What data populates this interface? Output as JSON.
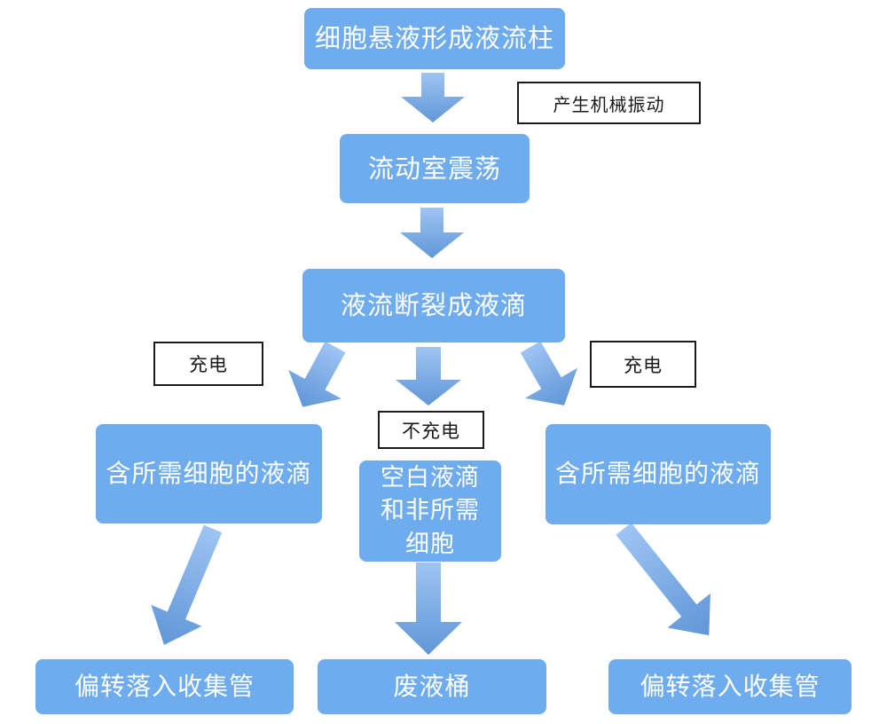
{
  "flowchart": {
    "nodes": {
      "cell_suspension": "细胞悬液形成液流柱",
      "flow_chamber": "流动室震荡",
      "stream_breakup": "液流断裂成液滴",
      "desired_droplets_left": "含所需细胞的液滴",
      "blank_droplets": "空白液滴\n和非所需\n细胞",
      "desired_droplets_right": "含所需细胞的液滴",
      "collect_left": "偏转落入收集管",
      "waste_bucket": "废液桶",
      "collect_right": "偏转落入收集管"
    },
    "labels": {
      "mechanical_vibration": "产生机械振动",
      "charge_left": "充电",
      "charge_right": "充电",
      "no_charge": "不充电"
    },
    "colors": {
      "node_fill": "#6EACEE",
      "node_text": "#FFFFFF",
      "arrow_start": "#9EC4F2",
      "arrow_end": "#6096D8",
      "label_border": "#1A1A1A",
      "label_text": "#1A1A1A",
      "background": "#FFFFFF"
    }
  }
}
